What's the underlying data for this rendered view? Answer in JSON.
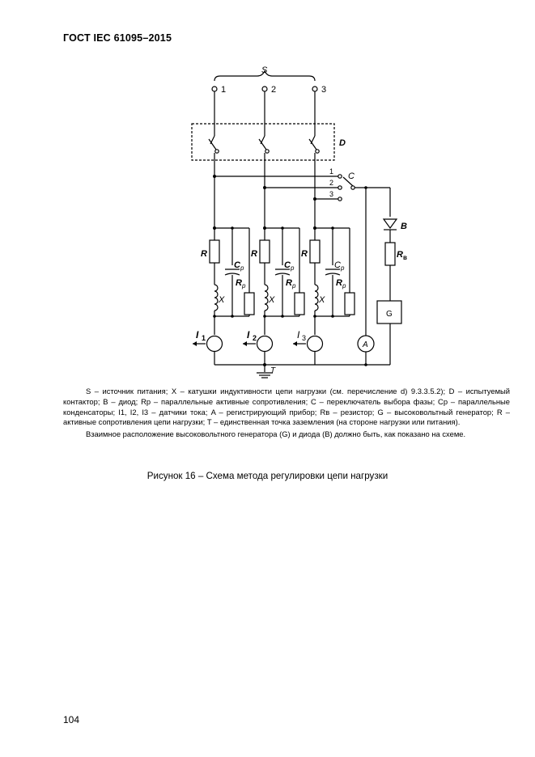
{
  "header": {
    "standard": "ГОСТ IEC 61095–2015"
  },
  "diagram": {
    "source_label": "S",
    "terminals": [
      "1",
      "2",
      "3"
    ],
    "contactor_label": "D",
    "switch_label": "C",
    "switch_positions": [
      "1",
      "2",
      "3"
    ],
    "resistor_label": "R",
    "capacitor_label": "C",
    "capacitor_sub": "р",
    "parallel_resistor_label": "R",
    "parallel_resistor_sub": "р",
    "inductor_label": "X",
    "current_sensors": [
      {
        "label": "I",
        "sub": "1"
      },
      {
        "label": "I",
        "sub": "2"
      },
      {
        "label": "I",
        "sub": "3"
      }
    ],
    "ammeter_label": "A",
    "diode_label": "B",
    "generator_resistor_label": "R",
    "generator_resistor_sub": "в",
    "generator_label": "G",
    "ground_label": "T"
  },
  "legend": {
    "paragraph1": "S – источник питания; X –  катушки индуктивности цепи нагрузки (см. перечисление d) 9.3.3.5.2); D – испытуемый контактор; B – диод; Rр – параллельные активные сопротивления; C – переключатель выбора фазы; Cр – параллельные конденсаторы; I1, I2, I3 – датчики тока; A – регистрирующий прибор; Rв – резистор; G – высоковольтный генератор; R – активные сопротивления цепи нагрузки; T – единственная точка заземления (на стороне нагрузки или питания).",
    "paragraph2": "Взаимное расположение высоковольтного генератора (G) и диода (B) должно быть, как показано на схеме."
  },
  "figure_title": "Рисунок 16 – Схема метода регулировки цепи нагрузки",
  "page_number": "104"
}
